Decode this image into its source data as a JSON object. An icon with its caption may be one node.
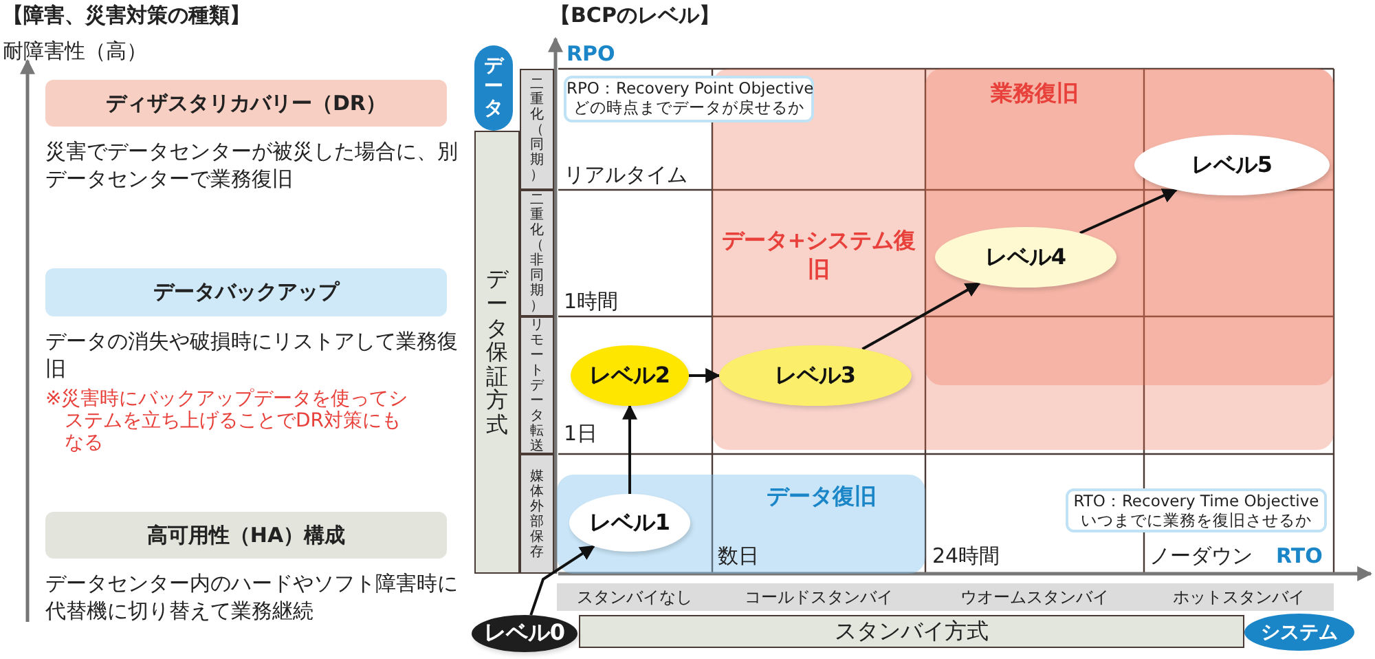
{
  "diagram": {
    "nodes": [
      {
        "text": [
          "ディザスタリカバリー（DR）"
        ],
        "beside": [
          "災害でデータセンターが被災した場合に、別データセンターで業務復旧"
        ]
      },
      {
        "text": [
          "データバックアップ"
        ],
        "beside": [
          "データの消失や破損時にリストアして業務復旧",
          "※災害時にバックアップデータを使ってシステムを立ち上げることでDR対策にもなる"
        ]
      },
      {
        "text": [
          "高可用性（HA）構成"
        ],
        "beside": [
          "データセンター内のハードやソフト障害時に代替機に切り替えて業務継続"
        ]
      },
      {
        "text": [
          "データ"
        ]
      },
      {
        "text": [
          "データ保証方式"
        ]
      },
      {
        "text": [
          "二重化（同期）"
        ]
      },
      {
        "text": [
          "二重化（非同期）"
        ]
      },
      {
        "text": [
          "リモートデータ転送"
        ]
      },
      {
        "text": [
          "媒体外部保存"
        ]
      },
      {
        "text": [
          "RPO：Recovery Point Objective",
          "どの時点までデータが戻せるか"
        ]
      },
      {
        "text": [
          "データ+システム復旧"
        ]
      },
      {
        "text": [
          "業務復旧"
        ],
        "in": 10
      },
      {
        "text": [
          "データ復旧"
        ]
      },
      {
        "text": [
          "レベル0"
        ]
      },
      {
        "text": [
          "レベル1"
        ],
        "in": 12
      },
      {
        "text": [
          "レベル2"
        ]
      },
      {
        "text": [
          "レベル3"
        ],
        "in": 10
      },
      {
        "text": [
          "レベル4"
        ],
        "in": 11
      },
      {
        "text": [
          "レベル5"
        ],
        "in": 11
      },
      {
        "text": [
          "スタンバイなし"
        ]
      },
      {
        "text": [
          "コールドスタンバイ"
        ]
      },
      {
        "text": [
          "ウオームスタンバイ"
        ]
      },
      {
        "text": [
          "ホットスタンバイ"
        ]
      },
      {
        "text": [
          "スタンバイ方式"
        ]
      },
      {
        "text": [
          "システム"
        ]
      },
      {
        "text": [
          "RTO：Recovery Time Objective",
          "いつまでに業務を復旧させるか"
        ]
      }
    ],
    "edges": [
      {
        "from": 13,
        "to": 14,
        "arrow": "to"
      },
      {
        "from": 14,
        "to": 15,
        "arrow": "to"
      },
      {
        "from": 15,
        "to": 16,
        "arrow": "to"
      },
      {
        "from": 16,
        "to": 17,
        "arrow": "to"
      },
      {
        "from": 17,
        "to": 18,
        "arrow": "to"
      }
    ],
    "labels": [
      "【障害、災害対策の種類】",
      "耐障害性（高）",
      "【BCPのレベル】",
      "RPO",
      "リアルタイム",
      "1時間",
      "1日",
      "数日",
      "24時間",
      "ノーダウン",
      "RTO"
    ]
  }
}
